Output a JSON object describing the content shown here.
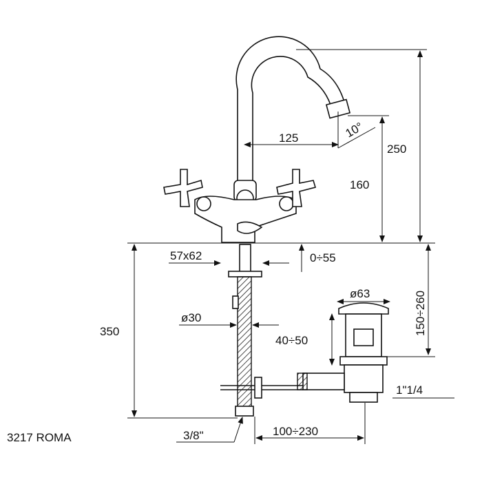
{
  "title": "3217 ROMA",
  "dimensions": {
    "spout_reach": "125",
    "spout_angle": "10°",
    "total_height": "250",
    "spout_height": "160",
    "base_size": "57x62",
    "deck_thickness": "0÷55",
    "pop_up_height": "150÷260",
    "drain_diameter": "ø63",
    "shank_diameter": "ø30",
    "hose_length": "350",
    "drain_thread_length": "40÷50",
    "drain_thread": "1\"1/4",
    "hose_connection": "3/8\"",
    "rod_length": "100÷230"
  }
}
